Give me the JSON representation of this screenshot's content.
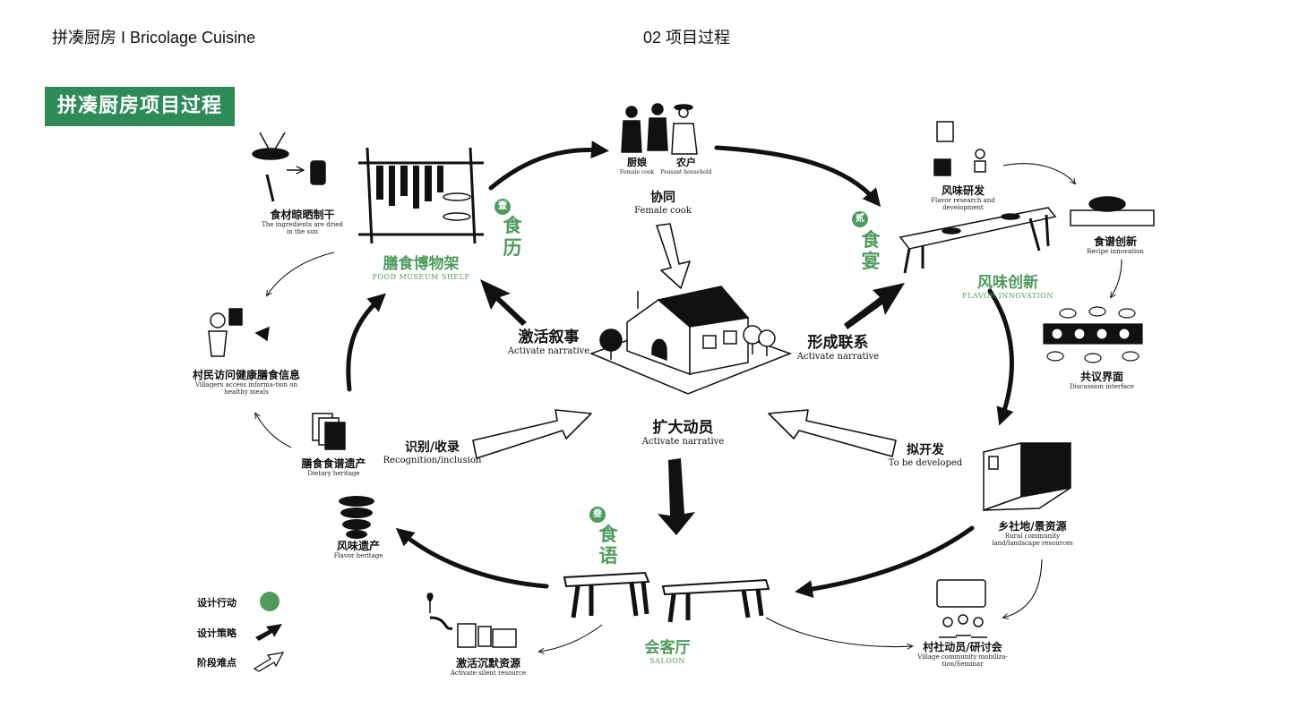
{
  "header": {
    "left": "拼凑厨房 I Bricolage Cuisine",
    "center": "02 项目过程"
  },
  "banner": "拼凑厨房项目过程",
  "stages": {
    "one": {
      "badge": "壹",
      "c1": "食",
      "c2": "历"
    },
    "two": {
      "badge": "贰",
      "c1": "食",
      "c2": "宴"
    },
    "three": {
      "badge": "叁",
      "c1": "食",
      "c2": "语"
    }
  },
  "shelf": {
    "title": "膳食博物架",
    "subtitle": "Food museum shelf"
  },
  "flavor": {
    "title": "风味创新",
    "subtitle": "Flavor innovation"
  },
  "saloon": {
    "title": "会客厅",
    "subtitle": "SALOON"
  },
  "actions": {
    "activate_left": {
      "zh": "激活叙事",
      "en": "Activate narrative"
    },
    "connect": {
      "zh": "形成联系",
      "en": "Activate narrative"
    },
    "expand": {
      "zh": "扩大动员",
      "en": "Activate narrative"
    },
    "cooperate": {
      "zh": "协同",
      "en": "Female cook"
    },
    "recognize": {
      "zh": "识别/收录",
      "en": "Recognition/inclusion"
    },
    "develop": {
      "zh": "拟开发",
      "en": "To be developed"
    }
  },
  "items": {
    "dried": {
      "zh": "食材晾晒制干",
      "en": "The ingredients are dried in the sun"
    },
    "villagers": {
      "zh": "村民访问健康膳食信息",
      "en": "Villagers access informa-tion on healthy meals"
    },
    "dietary": {
      "zh": "膳食食谱遗产",
      "en": "Dietary heritage"
    },
    "flavor_heritage": {
      "zh": "风味遗产",
      "en": "Flavor heritage"
    },
    "silent": {
      "zh": "激活沉默资源",
      "en": "Activate silent resource"
    },
    "mobilization": {
      "zh": "村社动员/研讨会",
      "en": "Village community mobiliza-tion/Seminar"
    },
    "rural": {
      "zh": "乡社地/景资源",
      "en": "Rural community land/landscape resources"
    },
    "discussion": {
      "zh": "共议界面",
      "en": "Discussion interface"
    },
    "recipe": {
      "zh": "食谱创新",
      "en": "Recipe innovation"
    },
    "research": {
      "zh": "风味研发",
      "en": "Flavor research and development"
    },
    "female_cook": {
      "zh": "厨娘",
      "en": "Female cook"
    },
    "peasant": {
      "zh": "农户",
      "en": "Peasant household"
    }
  },
  "legend": {
    "action": "设计行动",
    "strategy": "设计策略",
    "difficulty": "阶段难点"
  },
  "colors": {
    "accent": "#4f9b5e",
    "banner": "#2e8b57"
  }
}
